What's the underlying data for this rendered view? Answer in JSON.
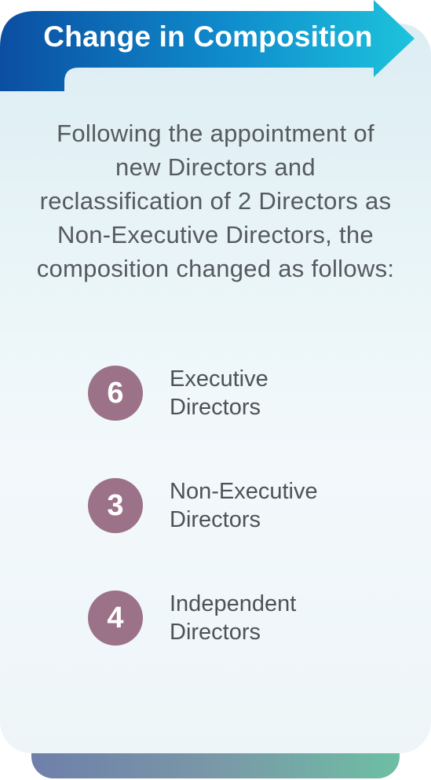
{
  "banner": {
    "title": "Change in Composition"
  },
  "intro": {
    "text": "Following the appointment of new Directors and reclassification of 2 Directors as Non-Executive Directors, the composition changed as follows:"
  },
  "stats": [
    {
      "number": "6",
      "line1": "Executive",
      "line2": "Directors"
    },
    {
      "number": "3",
      "line1": "Non-Executive",
      "line2": "Directors"
    },
    {
      "number": "4",
      "line1": "Independent",
      "line2": "Directors"
    }
  ],
  "colors": {
    "banner_start": "#0b4ea2",
    "banner_end": "#1dc3dc",
    "circle": "#9c7288",
    "card_bg": "#e8f4f7",
    "bottom_bar_start": "#6f7faa",
    "bottom_bar_end": "#6dbfa3"
  }
}
